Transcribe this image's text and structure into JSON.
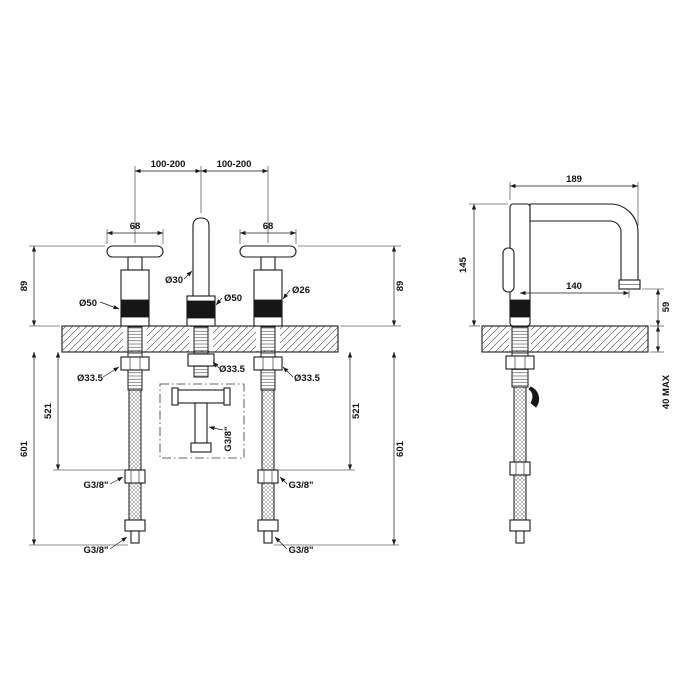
{
  "front_view": {
    "spacing_left": "100-200",
    "spacing_right": "100-200",
    "handle_width_left": "68",
    "handle_width_right": "68",
    "height_left": "89",
    "height_right": "89",
    "spout_dia": "Ø30",
    "handle_dia_left": "Ø50",
    "spout_base_dia": "Ø50",
    "handle_dia_right": "Ø26",
    "nut_dia_left": "Ø33.5",
    "nut_dia_mid": "Ø33.5",
    "nut_dia_right": "Ø33.5",
    "hose_length_left": "521",
    "hose_length_right": "521",
    "total_length_left": "601",
    "total_length_right": "601",
    "g38_left_mid": "G3/8\"",
    "g38_left_bottom": "G3/8\"",
    "g38_center": "G3/8\"",
    "g38_right_mid": "G3/8\"",
    "g38_right_bottom": "G3/8\""
  },
  "side_view": {
    "reach": "189",
    "height": "145",
    "spout_reach": "140",
    "outlet_height": "59",
    "max_counter_thickness": "40  MAX"
  }
}
